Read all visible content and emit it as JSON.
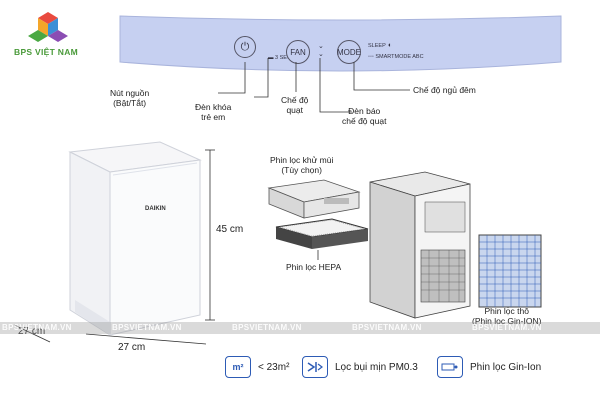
{
  "brand": {
    "name": "BPS VIỆT NAM"
  },
  "control_panel": {
    "fan_label": "FAN",
    "mode_label": "MODE",
    "sleep_label": "SLEEP",
    "small_label_1": "▬ 3 SEC",
    "small_label_2": "◦◦◦ SMARTMODE ABC"
  },
  "callouts": {
    "power": [
      "Nút nguồn",
      "(Bật/Tắt)"
    ],
    "child_lock": [
      "Đèn khóa",
      "trẻ em"
    ],
    "fan_mode": [
      "Chế độ",
      "quạt"
    ],
    "fan_indicator": [
      "Đèn báo",
      "chế độ quạt"
    ],
    "sleep_mode": [
      "Chế độ ngủ đêm"
    ]
  },
  "dimensions": {
    "height": "45 cm",
    "depth": "27 cm",
    "width": "27 cm"
  },
  "filters": {
    "deodorizing": [
      "Phin lọc khử mùi",
      "(Tùy chọn)"
    ],
    "hepa": "Phin lọc HEPA",
    "pre_filter": [
      "Phin lọc thô",
      "(Phin lọc Gin-ION)"
    ]
  },
  "device": {
    "brand_label": "DAIKIN"
  },
  "watermark": [
    "BPSVIETNAM.VN",
    "BPSVIETNAM.VN",
    "BPSVIETNAM.VN",
    "BPSVIETNAM.VN",
    "BPSVIETNAM.VN"
  ],
  "features": [
    {
      "icon": "m²",
      "text": "< 23m²",
      "icon_name": "room-area-icon"
    },
    {
      "icon": "fan",
      "text": "Lọc bụi mịn PM0.3",
      "icon_name": "pm-filter-icon"
    },
    {
      "icon": "ion",
      "text": "Phin lọc Gin-Ion",
      "icon_name": "ion-filter-icon"
    }
  ],
  "colors": {
    "panel": "#c6d0f1",
    "accent": "#2d5bb5",
    "brand_green": "#4a9a3a"
  }
}
